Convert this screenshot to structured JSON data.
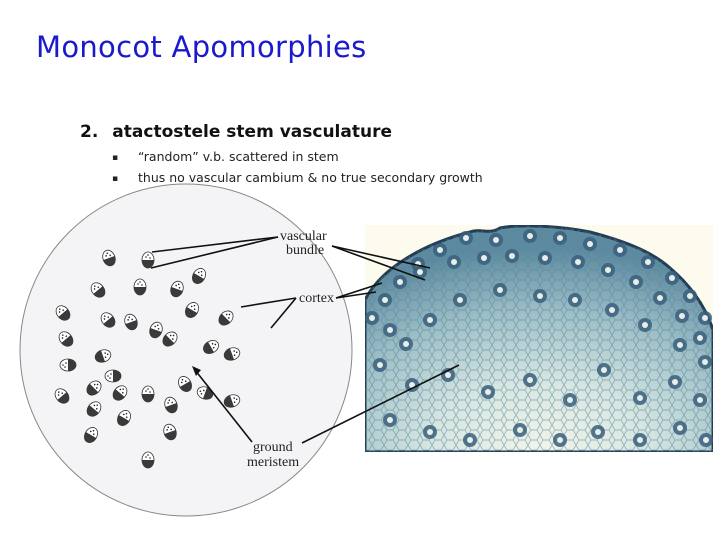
{
  "slide": {
    "title": "Monocot Apomorphies",
    "heading_number": "2.",
    "heading_text": "atactostele stem vasculature",
    "bullets": [
      "“random” v.b. scattered in stem",
      "thus no vascular cambium & no true secondary growth"
    ],
    "bullet_glyph": "▪"
  },
  "figure": {
    "labels": {
      "vascular_bundle_1": "vascular",
      "vascular_bundle_2": "bundle",
      "cortex": "cortex",
      "ground_meristem_1": "ground",
      "ground_meristem_2": "meristem"
    },
    "colors": {
      "title": "#1a1acc",
      "photo_background": "#fdfbee",
      "stain_dark": "#2e4f6e",
      "stain_mid": "#7fa9b5",
      "stain_light": "#e8f0e6"
    }
  }
}
